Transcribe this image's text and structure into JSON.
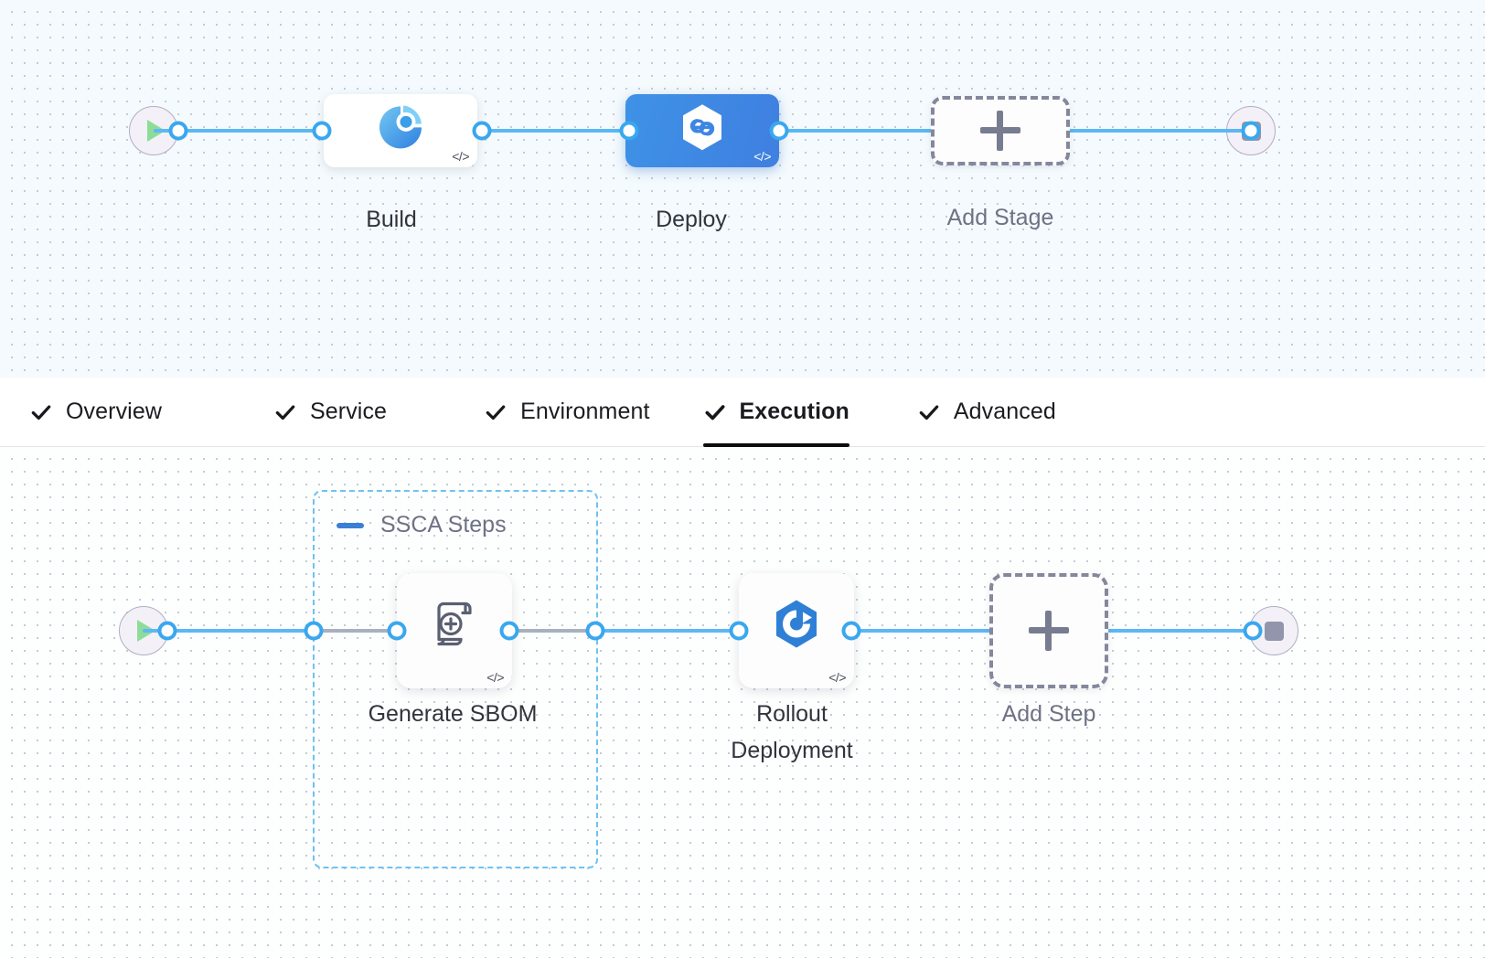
{
  "stage_pipeline": {
    "start_node": {
      "icon": "play-icon"
    },
    "end_node": {
      "icon": "stop-icon"
    },
    "stages": [
      {
        "label": "Build",
        "icon": "build-pie-icon",
        "selected": false,
        "code_badge": "</>"
      },
      {
        "label": "Deploy",
        "icon": "harness-hexagon-icon",
        "selected": true,
        "code_badge": "</>"
      }
    ],
    "add_stage": {
      "label": "Add Stage",
      "icon": "plus-icon"
    }
  },
  "tabs": {
    "items": [
      {
        "label": "Overview",
        "checked": true,
        "active": false
      },
      {
        "label": "Service",
        "checked": true,
        "active": false
      },
      {
        "label": "Environment",
        "checked": true,
        "active": false
      },
      {
        "label": "Execution",
        "checked": true,
        "active": true
      },
      {
        "label": "Advanced",
        "checked": true,
        "active": false
      }
    ]
  },
  "step_pipeline": {
    "start_node": {
      "icon": "play-icon"
    },
    "end_node": {
      "icon": "stop-icon"
    },
    "group": {
      "title": "SSCA Steps",
      "collapse_icon": "minus-icon"
    },
    "steps": [
      {
        "label": "Generate SBOM",
        "icon": "sbom-scroll-plus-icon",
        "code_badge": "</>"
      },
      {
        "label": "Rollout\nDeployment",
        "icon": "rollout-hexagon-icon",
        "code_badge": "</>"
      }
    ],
    "add_step": {
      "label": "Add Step",
      "icon": "plus-icon"
    }
  },
  "colors": {
    "accent_blue": "#3aa7ef",
    "link_blue": "#5cb8f5",
    "selected_stage": "#3f86e3",
    "group_dashed": "#6cc3f2",
    "dashed_gray": "#85879c",
    "canvas_bg": "#f4fafd",
    "play_green": "#8edc9a",
    "stop_gray": "#9295ab"
  }
}
